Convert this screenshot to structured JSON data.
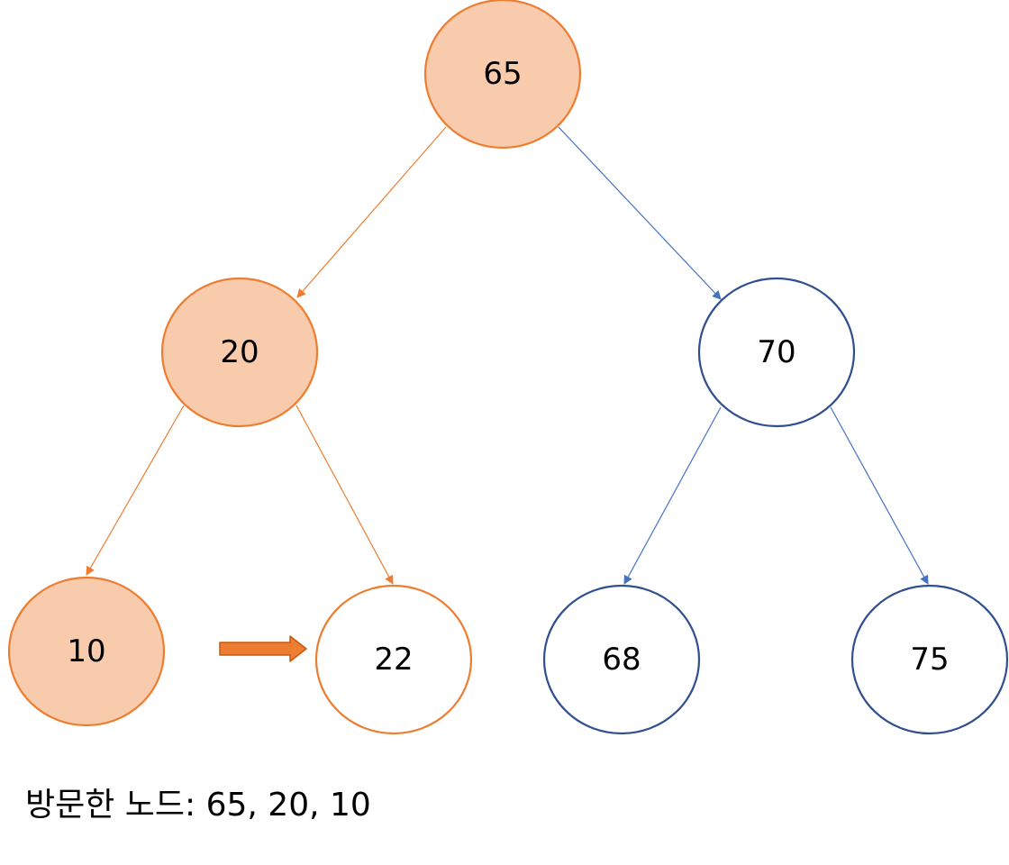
{
  "diagram": {
    "type": "binary-tree-traversal",
    "colors": {
      "visited_fill": "#F8CBAD",
      "visited_stroke": "#ED7D31",
      "unvisited_fill": "#FFFFFF",
      "orange_stroke": "#ED7D31",
      "blue_stroke": "#2F4F8F",
      "blue_edge": "#4472C4",
      "pointer_arrow": "#ED7D31"
    },
    "nodes": [
      {
        "id": "n65",
        "label": "65",
        "state": "visited",
        "stroke": "orange"
      },
      {
        "id": "n20",
        "label": "20",
        "state": "visited",
        "stroke": "orange"
      },
      {
        "id": "n70",
        "label": "70",
        "state": "unvisited",
        "stroke": "blue"
      },
      {
        "id": "n10",
        "label": "10",
        "state": "visited",
        "stroke": "orange"
      },
      {
        "id": "n22",
        "label": "22",
        "state": "current",
        "stroke": "orange"
      },
      {
        "id": "n68",
        "label": "68",
        "state": "unvisited",
        "stroke": "blue"
      },
      {
        "id": "n75",
        "label": "75",
        "state": "unvisited",
        "stroke": "blue"
      }
    ],
    "edges": [
      {
        "from": "n65",
        "to": "n20",
        "color": "orange"
      },
      {
        "from": "n65",
        "to": "n70",
        "color": "blue"
      },
      {
        "from": "n20",
        "to": "n10",
        "color": "orange"
      },
      {
        "from": "n20",
        "to": "n22",
        "color": "orange"
      },
      {
        "from": "n70",
        "to": "n68",
        "color": "blue"
      },
      {
        "from": "n70",
        "to": "n75",
        "color": "blue"
      }
    ],
    "pointer": {
      "to": "n22"
    }
  },
  "caption": {
    "text": "방문한 노드: 65, 20, 10"
  }
}
